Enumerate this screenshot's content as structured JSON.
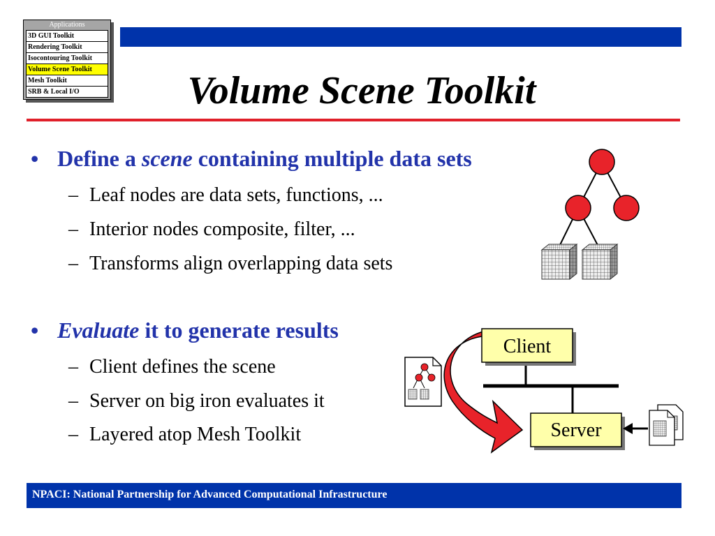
{
  "nav": {
    "title": "Applications",
    "items": [
      {
        "label": "3D GUI Toolkit",
        "active": false
      },
      {
        "label": "Rendering Toolkit",
        "active": false
      },
      {
        "label": "Isocontouring Toolkit",
        "active": false
      },
      {
        "label": "Volume Scene Toolkit",
        "active": true
      },
      {
        "label": "Mesh Toolkit",
        "active": false
      },
      {
        "label": "SRB & Local I/O",
        "active": false
      }
    ]
  },
  "slide": {
    "title": "Volume Scene Toolkit",
    "bullets": [
      {
        "pre": "Define a ",
        "emph": "scene",
        "post": " containing multiple data sets",
        "subs": [
          "Leaf nodes are data sets, functions, ...",
          "Interior nodes composite, filter, ...",
          "Transforms align overlapping data sets"
        ]
      },
      {
        "pre": "",
        "emph": "Evaluate",
        "post": " it to generate results",
        "subs": [
          "Client defines the scene",
          "Server on big iron evaluates it",
          "Layered atop Mesh Toolkit"
        ]
      }
    ],
    "bullet_glyph": "•",
    "dash_glyph": "–"
  },
  "diagram": {
    "client_label": "Client",
    "server_label": "Server",
    "node_color": "#e8232a",
    "box_color": "#ffffaa",
    "arrow_color": "#e8232a"
  },
  "footer": {
    "text": "NPACI: National Partnership for Advanced Computational Infrastructure"
  },
  "colors": {
    "bar_blue": "#0033aa",
    "rule_red": "#e0202a",
    "bullet_blue": "#2233aa",
    "active_yellow": "#ffff00"
  }
}
